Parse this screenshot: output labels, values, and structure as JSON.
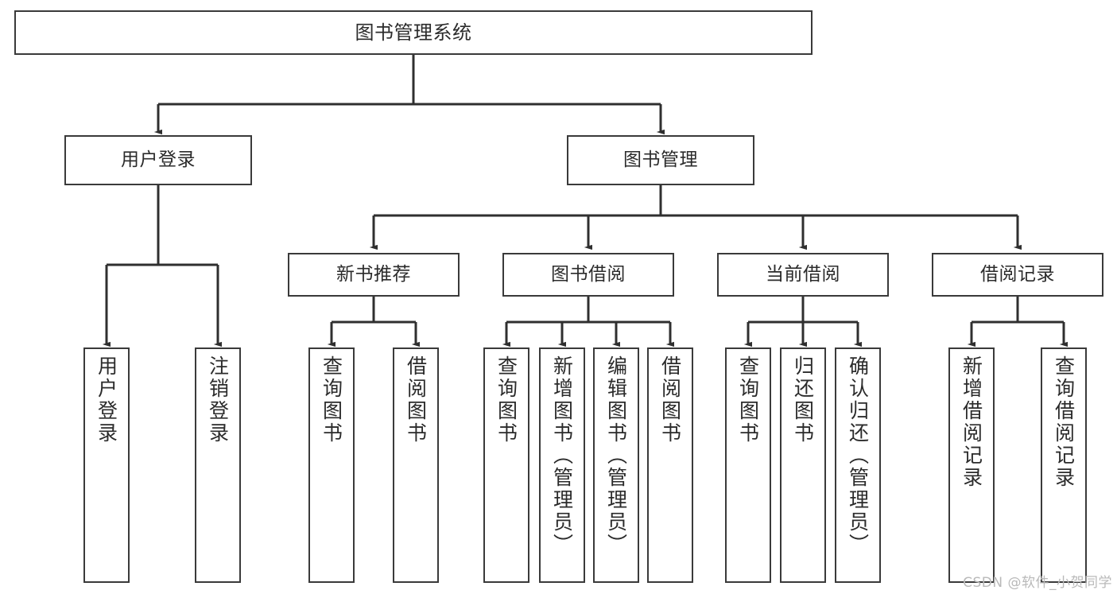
{
  "diagram": {
    "title": "图书管理系统",
    "type": "tree-hierarchy-diagram",
    "colors": {
      "box_border": "#3a3a3a",
      "box_fill": "#ffffff",
      "connector": "#2f2f2f",
      "text": "#2b2b2b",
      "watermark": "#b9b9b9",
      "background": "#ffffff"
    },
    "root": {
      "label": "图书管理系统"
    },
    "level2": [
      {
        "label": "用户登录"
      },
      {
        "label": "图书管理"
      }
    ],
    "level3": [
      {
        "label": "新书推荐"
      },
      {
        "label": "图书借阅"
      },
      {
        "label": "当前借阅"
      },
      {
        "label": "借阅记录"
      }
    ],
    "leaves": {
      "user_login": [
        {
          "label": "用户登录"
        },
        {
          "label": "注销登录"
        }
      ],
      "new_book_recommend": [
        {
          "label": "查询图书"
        },
        {
          "label": "借阅图书"
        }
      ],
      "book_borrow": [
        {
          "label": "查询图书"
        },
        {
          "label": "新增图书（管理员）"
        },
        {
          "label": "编辑图书（管理员）"
        },
        {
          "label": "借阅图书"
        }
      ],
      "current_borrow": [
        {
          "label": "查询图书"
        },
        {
          "label": "归还图书"
        },
        {
          "label": "确认归还（管理员）"
        }
      ],
      "borrow_records": [
        {
          "label": "新增借阅记录"
        },
        {
          "label": "查询借阅记录"
        }
      ]
    }
  },
  "watermark": {
    "text": "CSDN @软件_小贺同学"
  }
}
